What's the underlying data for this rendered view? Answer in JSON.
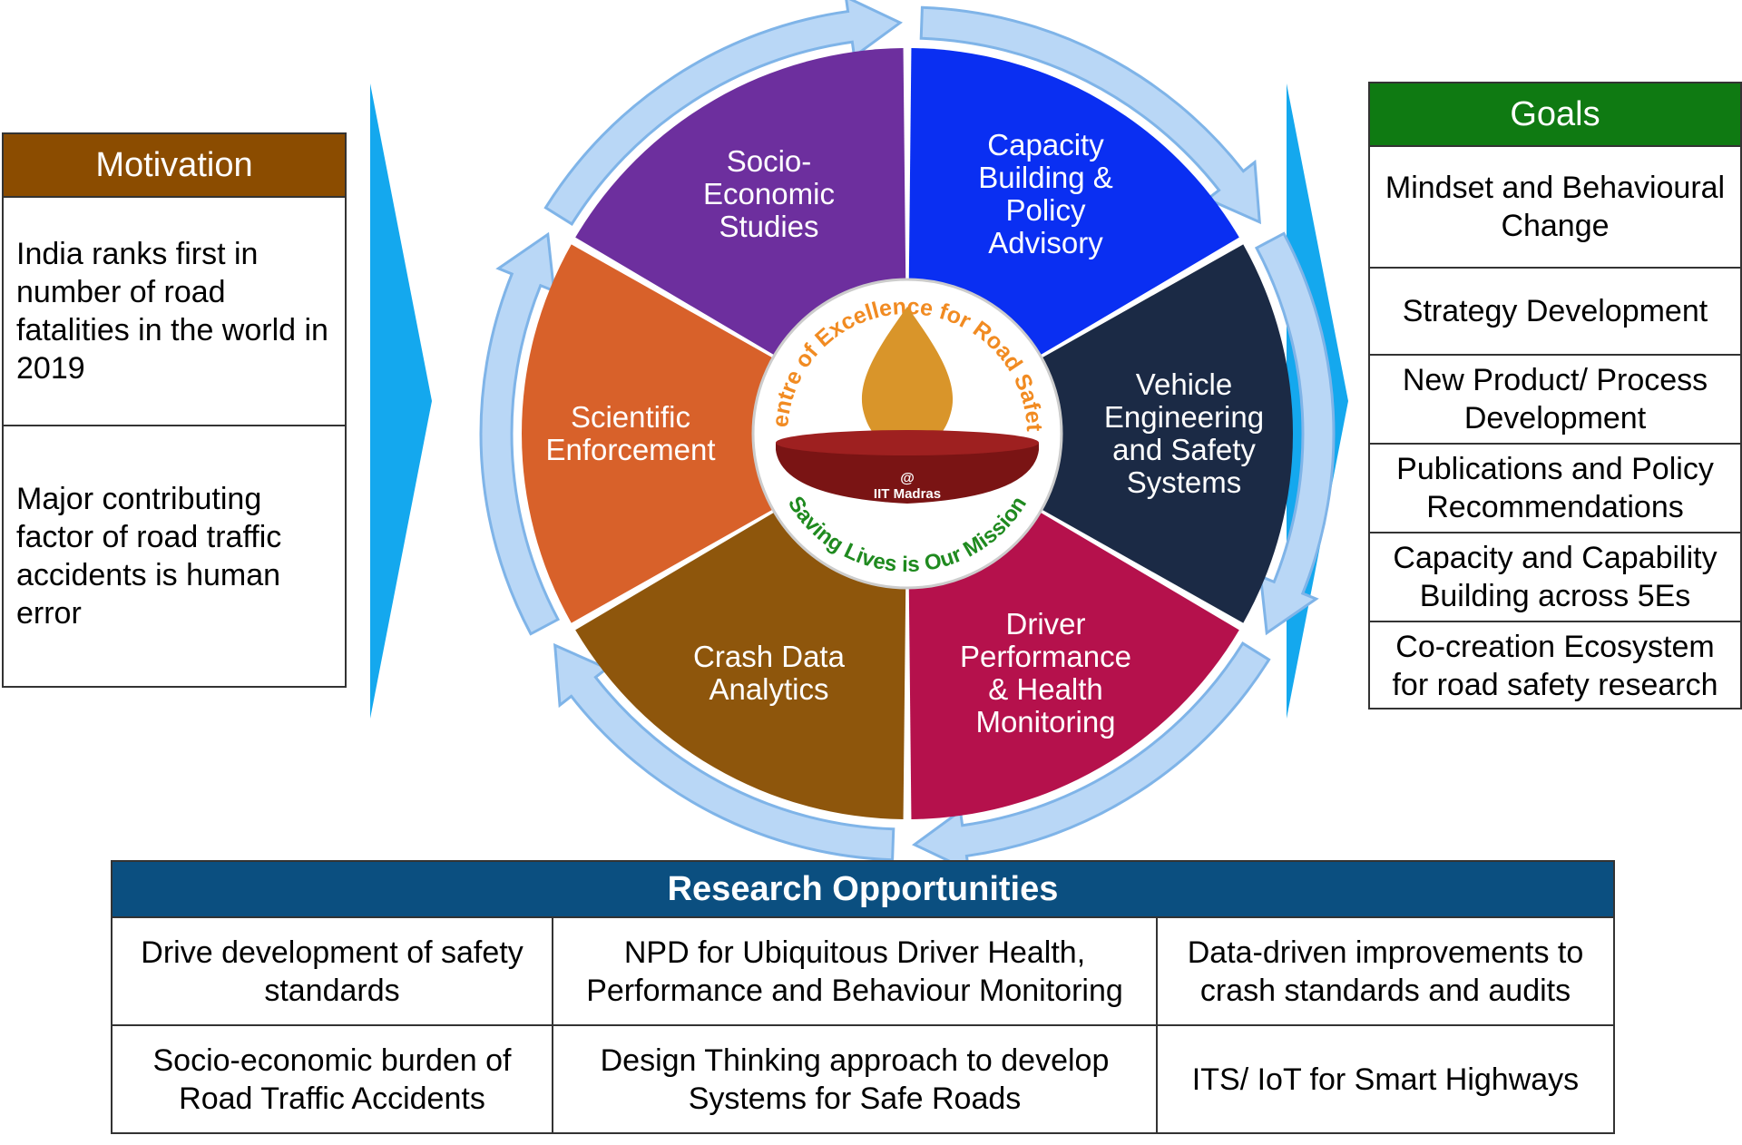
{
  "motivation": {
    "title": "Motivation",
    "items": [
      "India ranks first in number of road fatalities in the world in 2019",
      "Major contributing factor of road traffic accidents is human error"
    ]
  },
  "goals": {
    "title": "Goals",
    "items": [
      "Mindset and Behavioural Change",
      "Strategy Development",
      "New Product/ Process Development",
      "Publications and Policy Recommendations",
      "Capacity and Capability Building across 5Es",
      "Co-creation Ecosystem for road safety research"
    ]
  },
  "wheel": {
    "segments": [
      {
        "label_lines": [
          "Capacity",
          "Building &",
          "Policy",
          "Advisory"
        ],
        "color": "#0a2ff2"
      },
      {
        "label_lines": [
          "Vehicle",
          "Engineering",
          "and Safety",
          "Systems"
        ],
        "color": "#1b2a45"
      },
      {
        "label_lines": [
          "Driver",
          "Performance",
          "& Health",
          "Monitoring"
        ],
        "color": "#b5114c"
      },
      {
        "label_lines": [
          "Crash Data",
          "Analytics"
        ],
        "color": "#8e560c"
      },
      {
        "label_lines": [
          "Scientific",
          "Enforcement"
        ],
        "color": "#d8612a"
      },
      {
        "label_lines": [
          "Socio-",
          "Economic",
          "Studies"
        ],
        "color": "#6d2f9e"
      }
    ],
    "logo": {
      "top_arc_text": "Centre of Excellence for Road Safety",
      "bottom_arc_text": "Saving Lives is Our Mission",
      "at_text": "@",
      "place_text": "IIT Madras"
    }
  },
  "research": {
    "title": "Research Opportunities",
    "cells": [
      "Drive development of safety standards",
      "NPD for Ubiquitous Driver Health, Performance and Behaviour Monitoring",
      "Data-driven improvements to crash standards and audits",
      "Socio-economic burden of Road Traffic Accidents",
      "Design Thinking approach to develop Systems for Safe Roads",
      "ITS/ IoT for Smart Highways"
    ]
  },
  "colors": {
    "motivation_header": "#8b4c00",
    "goals_header": "#0f7a12",
    "research_header": "#0b4f80",
    "arrow": "#14a8ee",
    "ring": "#b9d7f6",
    "logo_orange": "#f18b22",
    "logo_green": "#1f8a1f"
  }
}
